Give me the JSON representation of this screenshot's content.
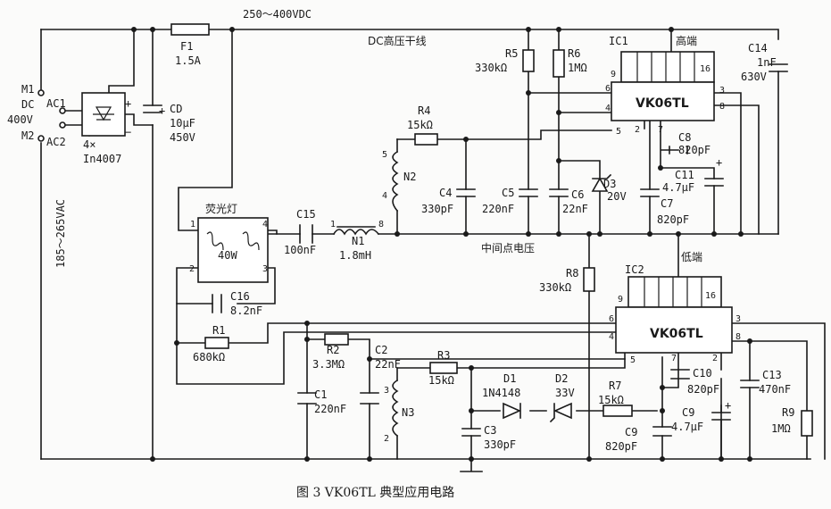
{
  "caption": "图 3  VK06TL 典型应用电路",
  "labels": {
    "rail_voltage": "250～400VDC",
    "dc_rail": "DC高压干线",
    "mid_voltage": "中间点电压",
    "high_side": "高端",
    "low_side": "低端",
    "lamp": "荧光灯",
    "lamp_power": "40W",
    "ac_input": "185～265VAC",
    "m1": "M1",
    "m2": "M2",
    "dc_in": "DC",
    "dc_in_v": "400V",
    "ac1": "AC1",
    "ac2": "AC2",
    "bridge": "4×",
    "bridge_part": "In4007",
    "plus": "+",
    "minus": "−"
  },
  "ic1": {
    "ref": "IC1",
    "part": "VK06TL",
    "pins": [
      "9",
      "16",
      "6",
      "4",
      "5",
      "7",
      "2",
      "3",
      "8"
    ]
  },
  "ic2": {
    "ref": "IC2",
    "part": "VK06TL",
    "pins": [
      "9",
      "16",
      "6",
      "4",
      "5",
      "7",
      "2",
      "3",
      "8"
    ]
  },
  "components": {
    "f1": {
      "ref": "F1",
      "value": "1.5A"
    },
    "cd": {
      "ref": "CD",
      "value": "10μF",
      "rating": "450V"
    },
    "r1": {
      "ref": "R1",
      "value": "680kΩ"
    },
    "r2": {
      "ref": "R2",
      "value": "3.3MΩ"
    },
    "r3": {
      "ref": "R3",
      "value": "15kΩ"
    },
    "r4": {
      "ref": "R4",
      "value": "15kΩ"
    },
    "r5": {
      "ref": "R5",
      "value": "330kΩ"
    },
    "r6": {
      "ref": "R6",
      "value": "1MΩ"
    },
    "r7": {
      "ref": "R7",
      "value": "15kΩ"
    },
    "r8": {
      "ref": "R8",
      "value": "330kΩ"
    },
    "r9": {
      "ref": "R9",
      "value": "1MΩ"
    },
    "c1": {
      "ref": "C1",
      "value": "220nF"
    },
    "c2": {
      "ref": "C2",
      "value": "22nF"
    },
    "c3": {
      "ref": "C3",
      "value": "330pF"
    },
    "c4": {
      "ref": "C4",
      "value": "330pF"
    },
    "c5": {
      "ref": "C5",
      "value": "220nF"
    },
    "c6": {
      "ref": "C6",
      "value": "22nF"
    },
    "c7": {
      "ref": "C7",
      "value": "820pF"
    },
    "c8": {
      "ref": "C8",
      "value": "820pF"
    },
    "c9": {
      "ref": "C9",
      "value": "820pF"
    },
    "c9e": {
      "ref": "C9",
      "value": "4.7μF"
    },
    "c10": {
      "ref": "C10",
      "value": "820pF"
    },
    "c11": {
      "ref": "C11",
      "value": "4.7μF"
    },
    "c13": {
      "ref": "C13",
      "value": "470nF"
    },
    "c14": {
      "ref": "C14",
      "value": "1nF",
      "rating": "630V"
    },
    "c15": {
      "ref": "C15",
      "value": "100nF"
    },
    "c16": {
      "ref": "C16",
      "value": "8.2nF"
    },
    "d1": {
      "ref": "D1",
      "value": "1N4148"
    },
    "d2": {
      "ref": "D2",
      "value": "33V"
    },
    "d3": {
      "ref": "D3",
      "value": "20V"
    },
    "n1": {
      "ref": "N1",
      "value": "1.8mH"
    },
    "n2": {
      "ref": "N2"
    },
    "n3": {
      "ref": "N3"
    }
  },
  "pins": {
    "lamp1": "1",
    "lamp2": "2",
    "lamp3": "3",
    "lamp4": "4",
    "n1a": "1",
    "n1b": "8",
    "n2a": "5",
    "n2b": "4",
    "n3a": "3",
    "n3b": "2"
  }
}
